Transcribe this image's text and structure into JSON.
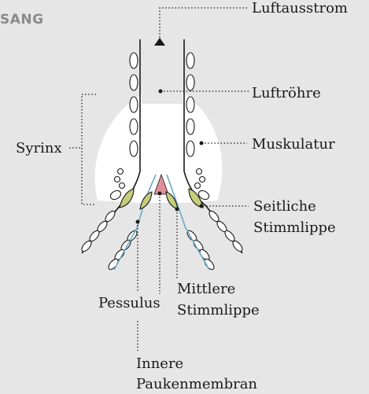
{
  "header": {
    "section_title": "SANG"
  },
  "labels": {
    "airflow_out": "Luftausstrom",
    "trachea": "Luftröhre",
    "muscles": "Muskulatur",
    "syrinx": "Syrinx",
    "lateral_lip_line1": "Seitliche",
    "lateral_lip_line2": "Stimmlippe",
    "medial_lip_line1": "Mittlere",
    "medial_lip_line2": "Stimmlippe",
    "pessulus": "Pessulus",
    "membrane_line1": "Innere",
    "membrane_line2": "Paukenmembran"
  },
  "colors": {
    "background": "#e6e6e6",
    "muscle_area": "#ffffff",
    "lip_fill": "#c6cd7a",
    "pessulus_fill": "#e08f9a",
    "membrane_line": "#6aa8c8",
    "header_text": "#8a8a8a"
  }
}
